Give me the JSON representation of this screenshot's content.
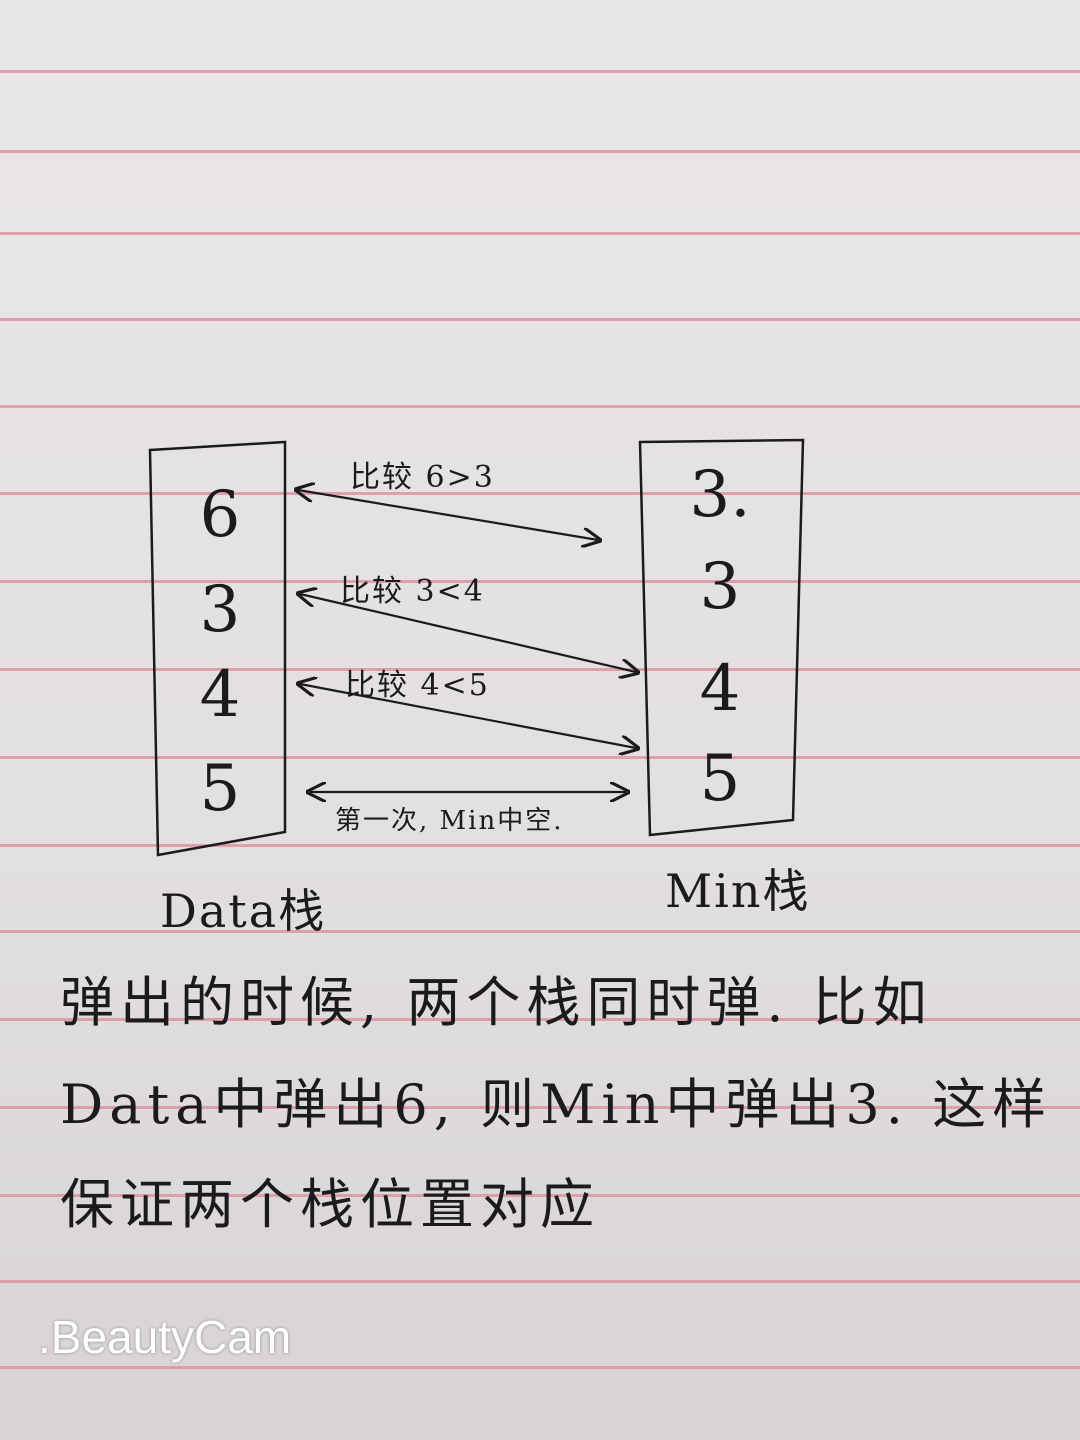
{
  "data_stack": {
    "values": [
      "6",
      "3",
      "4",
      "5"
    ],
    "label": "Data栈"
  },
  "min_stack": {
    "values": [
      "3.",
      "3",
      "4",
      "5"
    ],
    "label": "Min栈"
  },
  "comparisons": [
    "比较 6>3",
    "比较 3<4",
    "比较 4<5",
    "第一次, Min中空."
  ],
  "note_lines": [
    "弹出的时候, 两个栈同时弹. 比如",
    "Data中弹出6, 则Min中弹出3. 这样",
    "保证两个栈位置对应"
  ],
  "watermark": ".BeautyCam",
  "colors": {
    "ink": "#1b1b1d",
    "rule": "#dd8e97",
    "paper": "#e7e3e5"
  }
}
